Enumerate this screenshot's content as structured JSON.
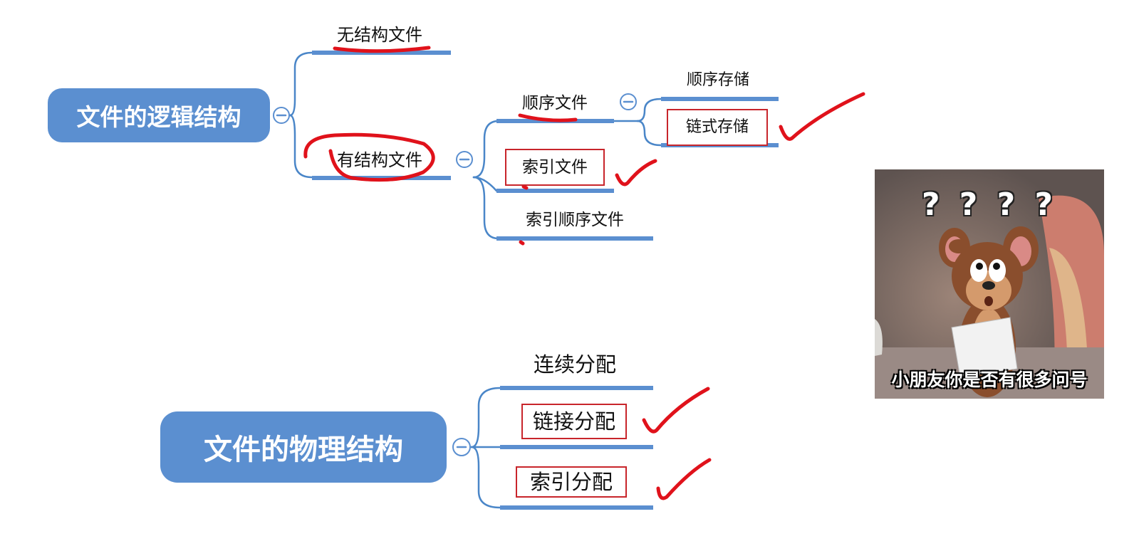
{
  "colors": {
    "accent_blue": "#5b8fd0",
    "branch_line": "#4a86c8",
    "annotation_red": "#e0121b",
    "box_red": "#c8252b"
  },
  "logical": {
    "root": "文件的逻辑结构",
    "unstructured": "无结构文件",
    "structured": "有结构文件",
    "sequential": "顺序文件",
    "sequential_children": [
      "顺序存储",
      "链式存储"
    ],
    "indexed": "索引文件",
    "indexed_sequential": "索引顺序文件"
  },
  "physical": {
    "root": "文件的物理结构",
    "children": [
      "连续分配",
      "链接分配",
      "索引分配"
    ]
  },
  "meme": {
    "question_marks": "? ? ? ?",
    "caption": "小朋友你是否有很多问号",
    "icon": "confused-cartoon-mouse-icon"
  }
}
